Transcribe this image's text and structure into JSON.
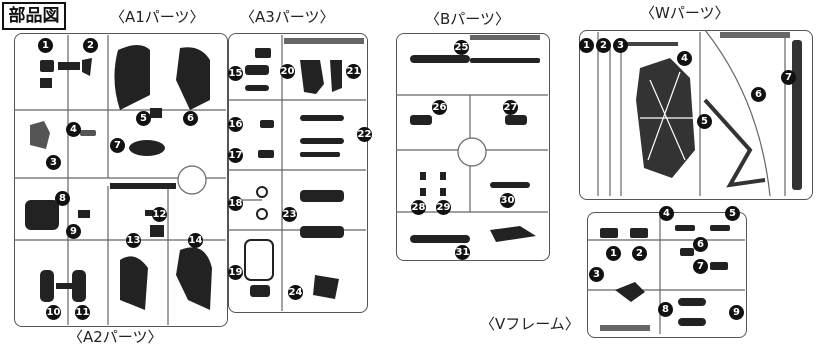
{
  "header": {
    "title": "部品図"
  },
  "sections": {
    "a1": "〈A1パーツ〉",
    "a3": "〈A3パーツ〉",
    "b": "〈Bパーツ〉",
    "w": "〈Wパーツ〉",
    "a2": "〈A2パーツ〉",
    "v": "〈Vフレーム〉"
  },
  "numbers": {
    "a_1": "1",
    "a_2": "2",
    "a_3": "3",
    "a_4": "4",
    "a_5": "5",
    "a_6": "6",
    "a_7": "7",
    "a_8": "8",
    "a_9": "9",
    "a_10": "10",
    "a_11": "11",
    "a_12": "12",
    "a_13": "13",
    "a_14": "14",
    "a3_15": "15",
    "a3_16": "16",
    "a3_17": "17",
    "a3_18": "18",
    "a3_19": "19",
    "a3_20": "20",
    "a3_21": "21",
    "a3_22": "22",
    "a3_23": "23",
    "a3_24": "24",
    "b_25": "25",
    "b_26": "26",
    "b_27": "27",
    "b_28": "28",
    "b_29": "29",
    "b_30": "30",
    "b_31": "31",
    "w_1": "1",
    "w_2": "2",
    "w_3": "3",
    "w_4": "4",
    "w_5": "5",
    "w_6": "6",
    "w_7": "7",
    "v_1": "1",
    "v_2": "2",
    "v_3": "3",
    "v_4": "4",
    "v_5": "5",
    "v_6": "6",
    "v_7": "7",
    "v_8": "8",
    "v_9": "9"
  }
}
